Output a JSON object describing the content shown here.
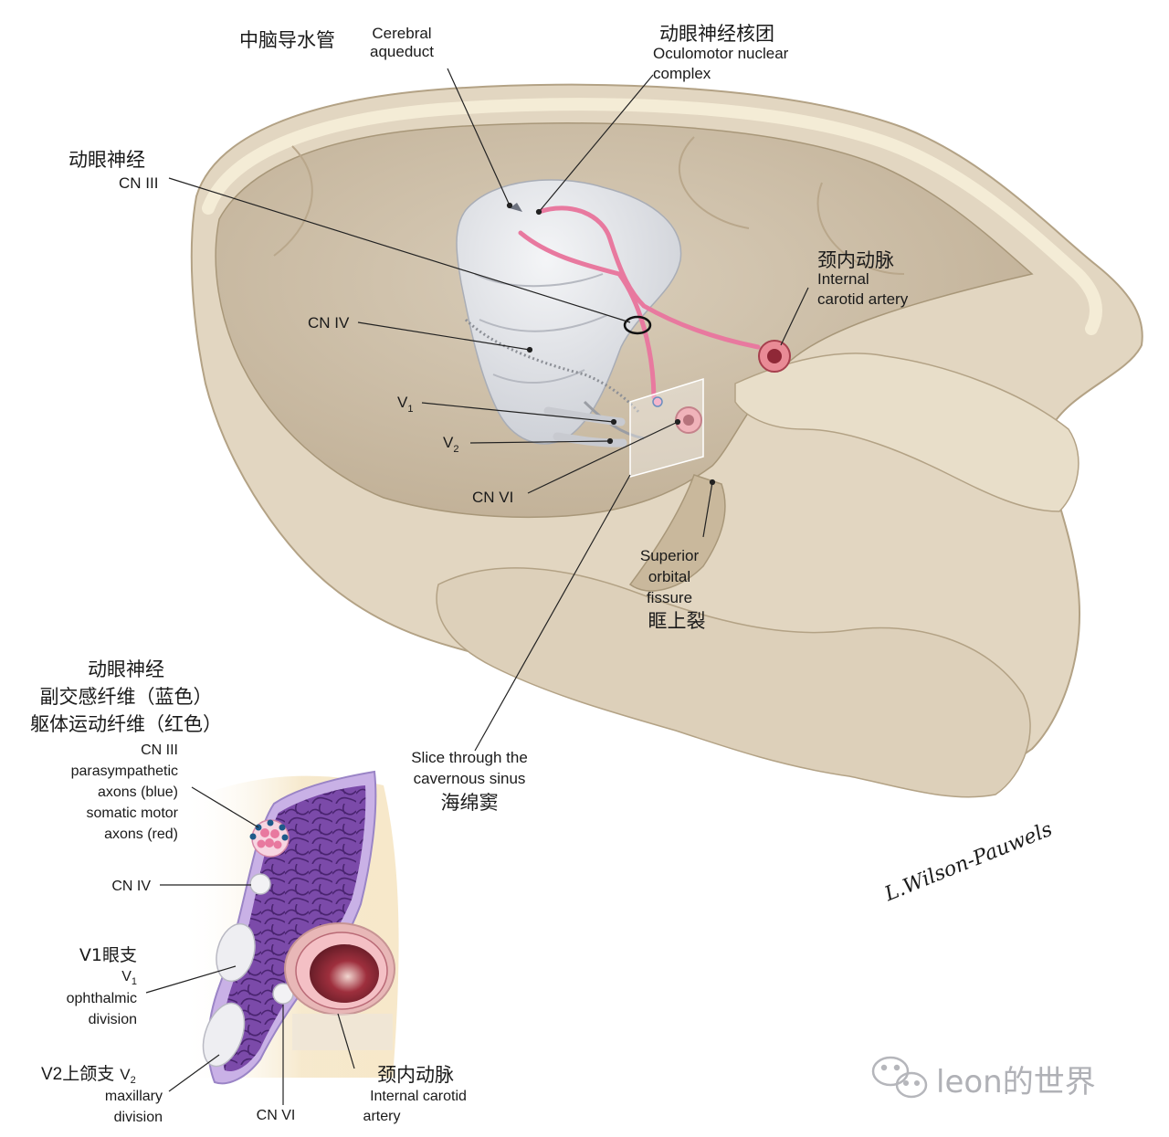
{
  "labels": {
    "cerebral_aqueduct_zh": "中脑导水管",
    "cerebral_aqueduct_en_1": "Cerebral",
    "cerebral_aqueduct_en_2": "aqueduct",
    "oculomotor_complex_zh": "动眼神经核团",
    "oculomotor_complex_en_1": "Oculomotor nuclear",
    "oculomotor_complex_en_2": "complex",
    "cn3_zh": "动眼神经",
    "cn3_en": "CN III",
    "ica_zh": "颈内动脉",
    "ica_en_1": "Internal",
    "ica_en_2": "carotid artery",
    "cn4": "CN IV",
    "v1": "V",
    "v1_sub": "1",
    "v2": "V",
    "v2_sub": "2",
    "cn6": "CN VI",
    "sof_en_1": "Superior",
    "sof_en_2": "orbital",
    "sof_en_3": "fissure",
    "sof_zh": "眶上裂",
    "slice_en_1": "Slice through the",
    "slice_en_2": "cavernous sinus",
    "slice_zh": "海绵窦"
  },
  "inset": {
    "title_zh_1": "动眼神经",
    "title_zh_2": "副交感纤维（蓝色）",
    "title_zh_3": "躯体运动纤维（红色）",
    "cn3_en_1": "CN III",
    "cn3_en_2": "parasympathetic",
    "cn3_en_3": "axons (blue)",
    "cn3_en_4": "somatic motor",
    "cn3_en_5": "axons (red)",
    "cn4": "CN IV",
    "v1_zh": "V1眼支",
    "v1_sym": "V",
    "v1_sub": "1",
    "v1_en_1": "ophthalmic",
    "v1_en_2": "division",
    "v2_zh": "V2上颌支",
    "v2_sym": "V",
    "v2_sub": "2",
    "v2_en_1": "maxillary",
    "v2_en_2": "division",
    "cn6": "CN VI",
    "ica_zh": "颈内动脉",
    "ica_en_1": "Internal carotid",
    "ica_en_2": "artery"
  },
  "signature": "L.Wilson-Pauwels",
  "watermark": "leon的世界",
  "colors": {
    "bone": "#e3d8c6",
    "bone_rim": "#f1e9d2",
    "bone_shadow": "#c9bba4",
    "brainstem": "#e4e6ea",
    "nerve_pink": "#e8799f",
    "artery_red": "#c24a5a",
    "sinus_purple": "#7a4aa8",
    "parasympathetic_blue": "#1f5a8a"
  }
}
